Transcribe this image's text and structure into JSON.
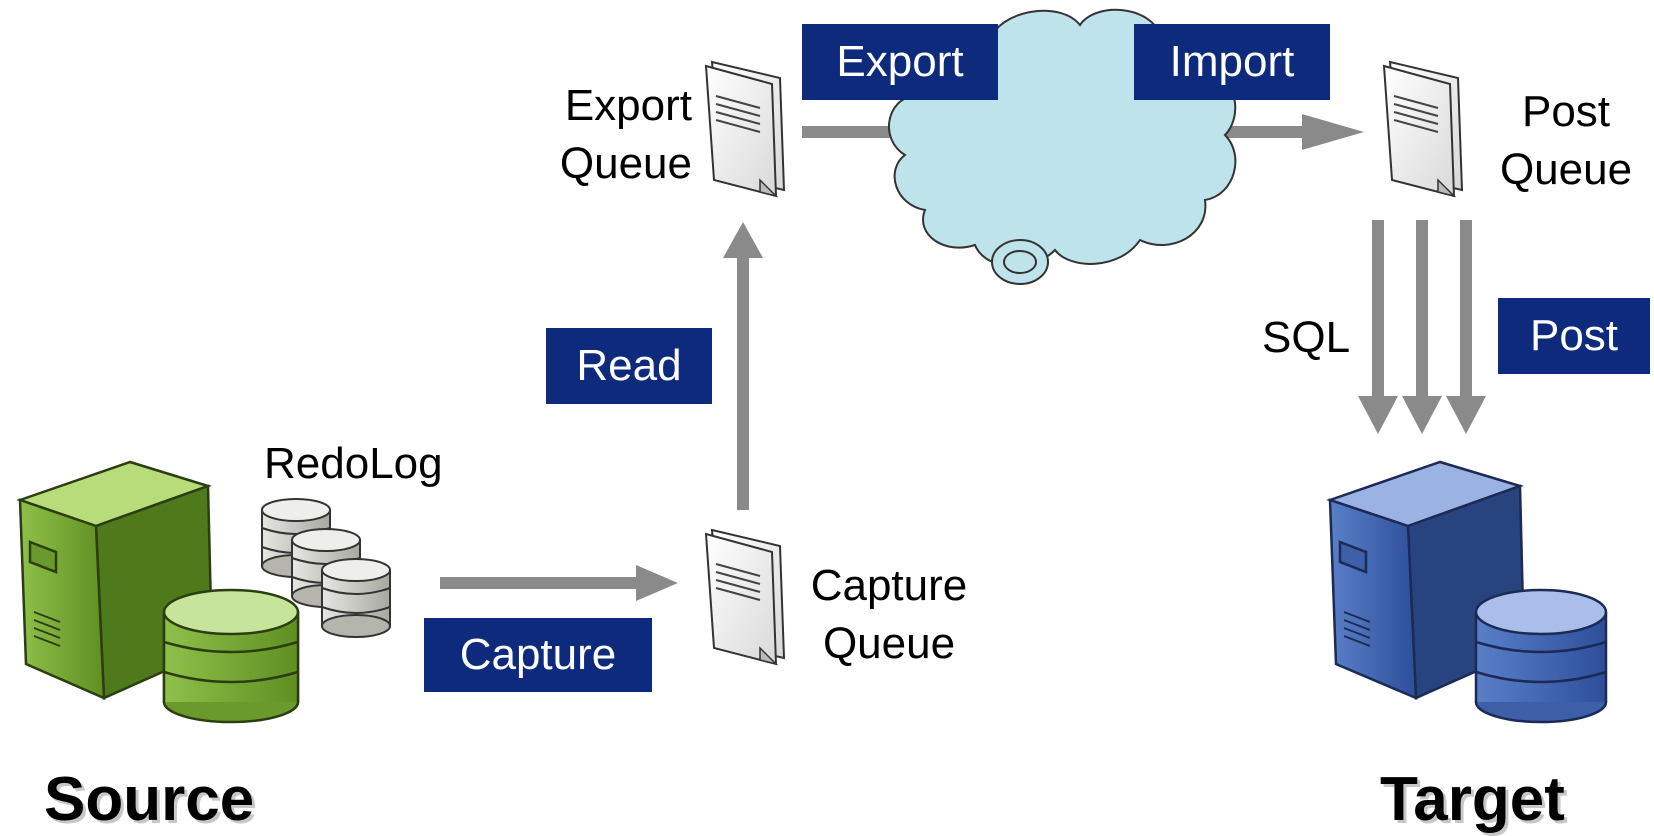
{
  "labels": {
    "export": "Export",
    "import": "Import",
    "read": "Read",
    "capture": "Capture",
    "post": "Post"
  },
  "text": {
    "export_queue_line1": "Export",
    "export_queue_line2": "Queue",
    "post_queue_line1": "Post",
    "post_queue_line2": "Queue",
    "capture_queue_line1": "Capture",
    "capture_queue_line2": "Queue",
    "redolog": "RedoLog",
    "sql": "SQL",
    "source": "Source",
    "target": "Target"
  },
  "colors": {
    "label_bg": "#0d2a7d",
    "arrow": "#8a8a8a",
    "source_server": "#7fae3a",
    "target_server": "#4466b0",
    "cloud": "#bfe3ea"
  }
}
